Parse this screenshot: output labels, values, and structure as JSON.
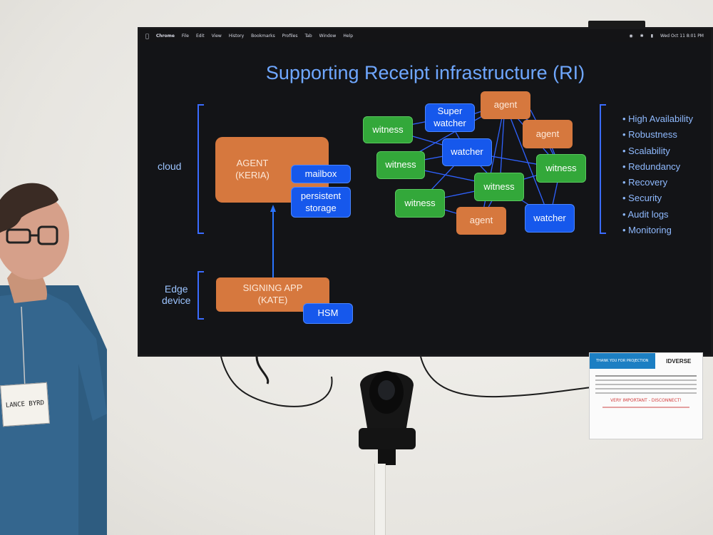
{
  "menubar": {
    "app": "Chrome",
    "items": [
      "File",
      "Edit",
      "View",
      "History",
      "Bookmarks",
      "Profiles",
      "Tab",
      "Window",
      "Help"
    ],
    "clock": "Wed Oct 11  8:01 PM"
  },
  "slide": {
    "title": "Supporting Receipt infrastructure (RI)",
    "cloud_label": "cloud",
    "edge_label": "Edge\ndevice",
    "agent_box": "AGENT\n(KERIA)",
    "mailbox": "mailbox",
    "persistent_storage": "persistent\nstorage",
    "signing_app": "SIGNING APP\n(KATE)",
    "hsm": "HSM",
    "network": {
      "super_watcher": "Super\nwatcher",
      "agent_1": "agent",
      "agent_2": "agent",
      "agent_3": "agent",
      "witness_1": "witness",
      "witness_2": "witness",
      "witness_3": "witness",
      "witness_4": "witness",
      "witness_5": "witness",
      "watcher_1": "watcher",
      "watcher_2": "watcher"
    },
    "bullets": [
      "High Availability",
      "Robustness",
      "Scalability",
      "Redundancy",
      "Recovery",
      "Security",
      "Audit logs",
      "Monitoring"
    ]
  },
  "badge": {
    "text": "LANCE BYRD"
  },
  "sign": {
    "header_left": "THANK YOU FOR PROJECTION",
    "brand": "IDVERSE",
    "warning": "VERY IMPORTANT - DISCONNECT!"
  },
  "colors": {
    "slide_title": "#6fa7ff",
    "agent_orange": "#d6783e",
    "blue_box": "#1658ec",
    "green_box": "#33a83a"
  }
}
